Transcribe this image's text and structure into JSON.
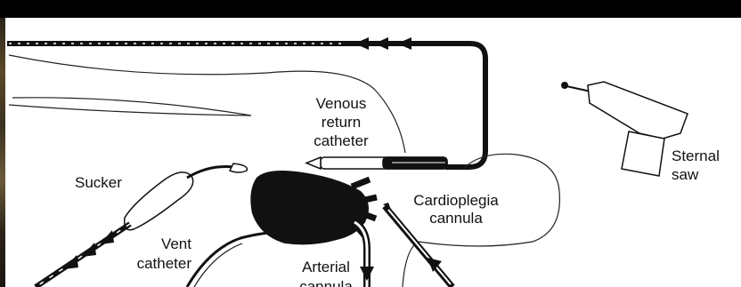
{
  "labels": {
    "venous": [
      "Venous",
      "return",
      "catheter"
    ],
    "sucker": "Sucker",
    "vent": [
      "Vent",
      "catheter"
    ],
    "arterial": [
      "Arterial",
      "cannula"
    ],
    "cardioplegia": [
      "Cardioplegia",
      "cannula"
    ],
    "sternal": [
      "Sternal",
      "saw"
    ]
  },
  "colors": {
    "background": "#000000",
    "paper": "#ffffff",
    "ink": "#111111"
  }
}
